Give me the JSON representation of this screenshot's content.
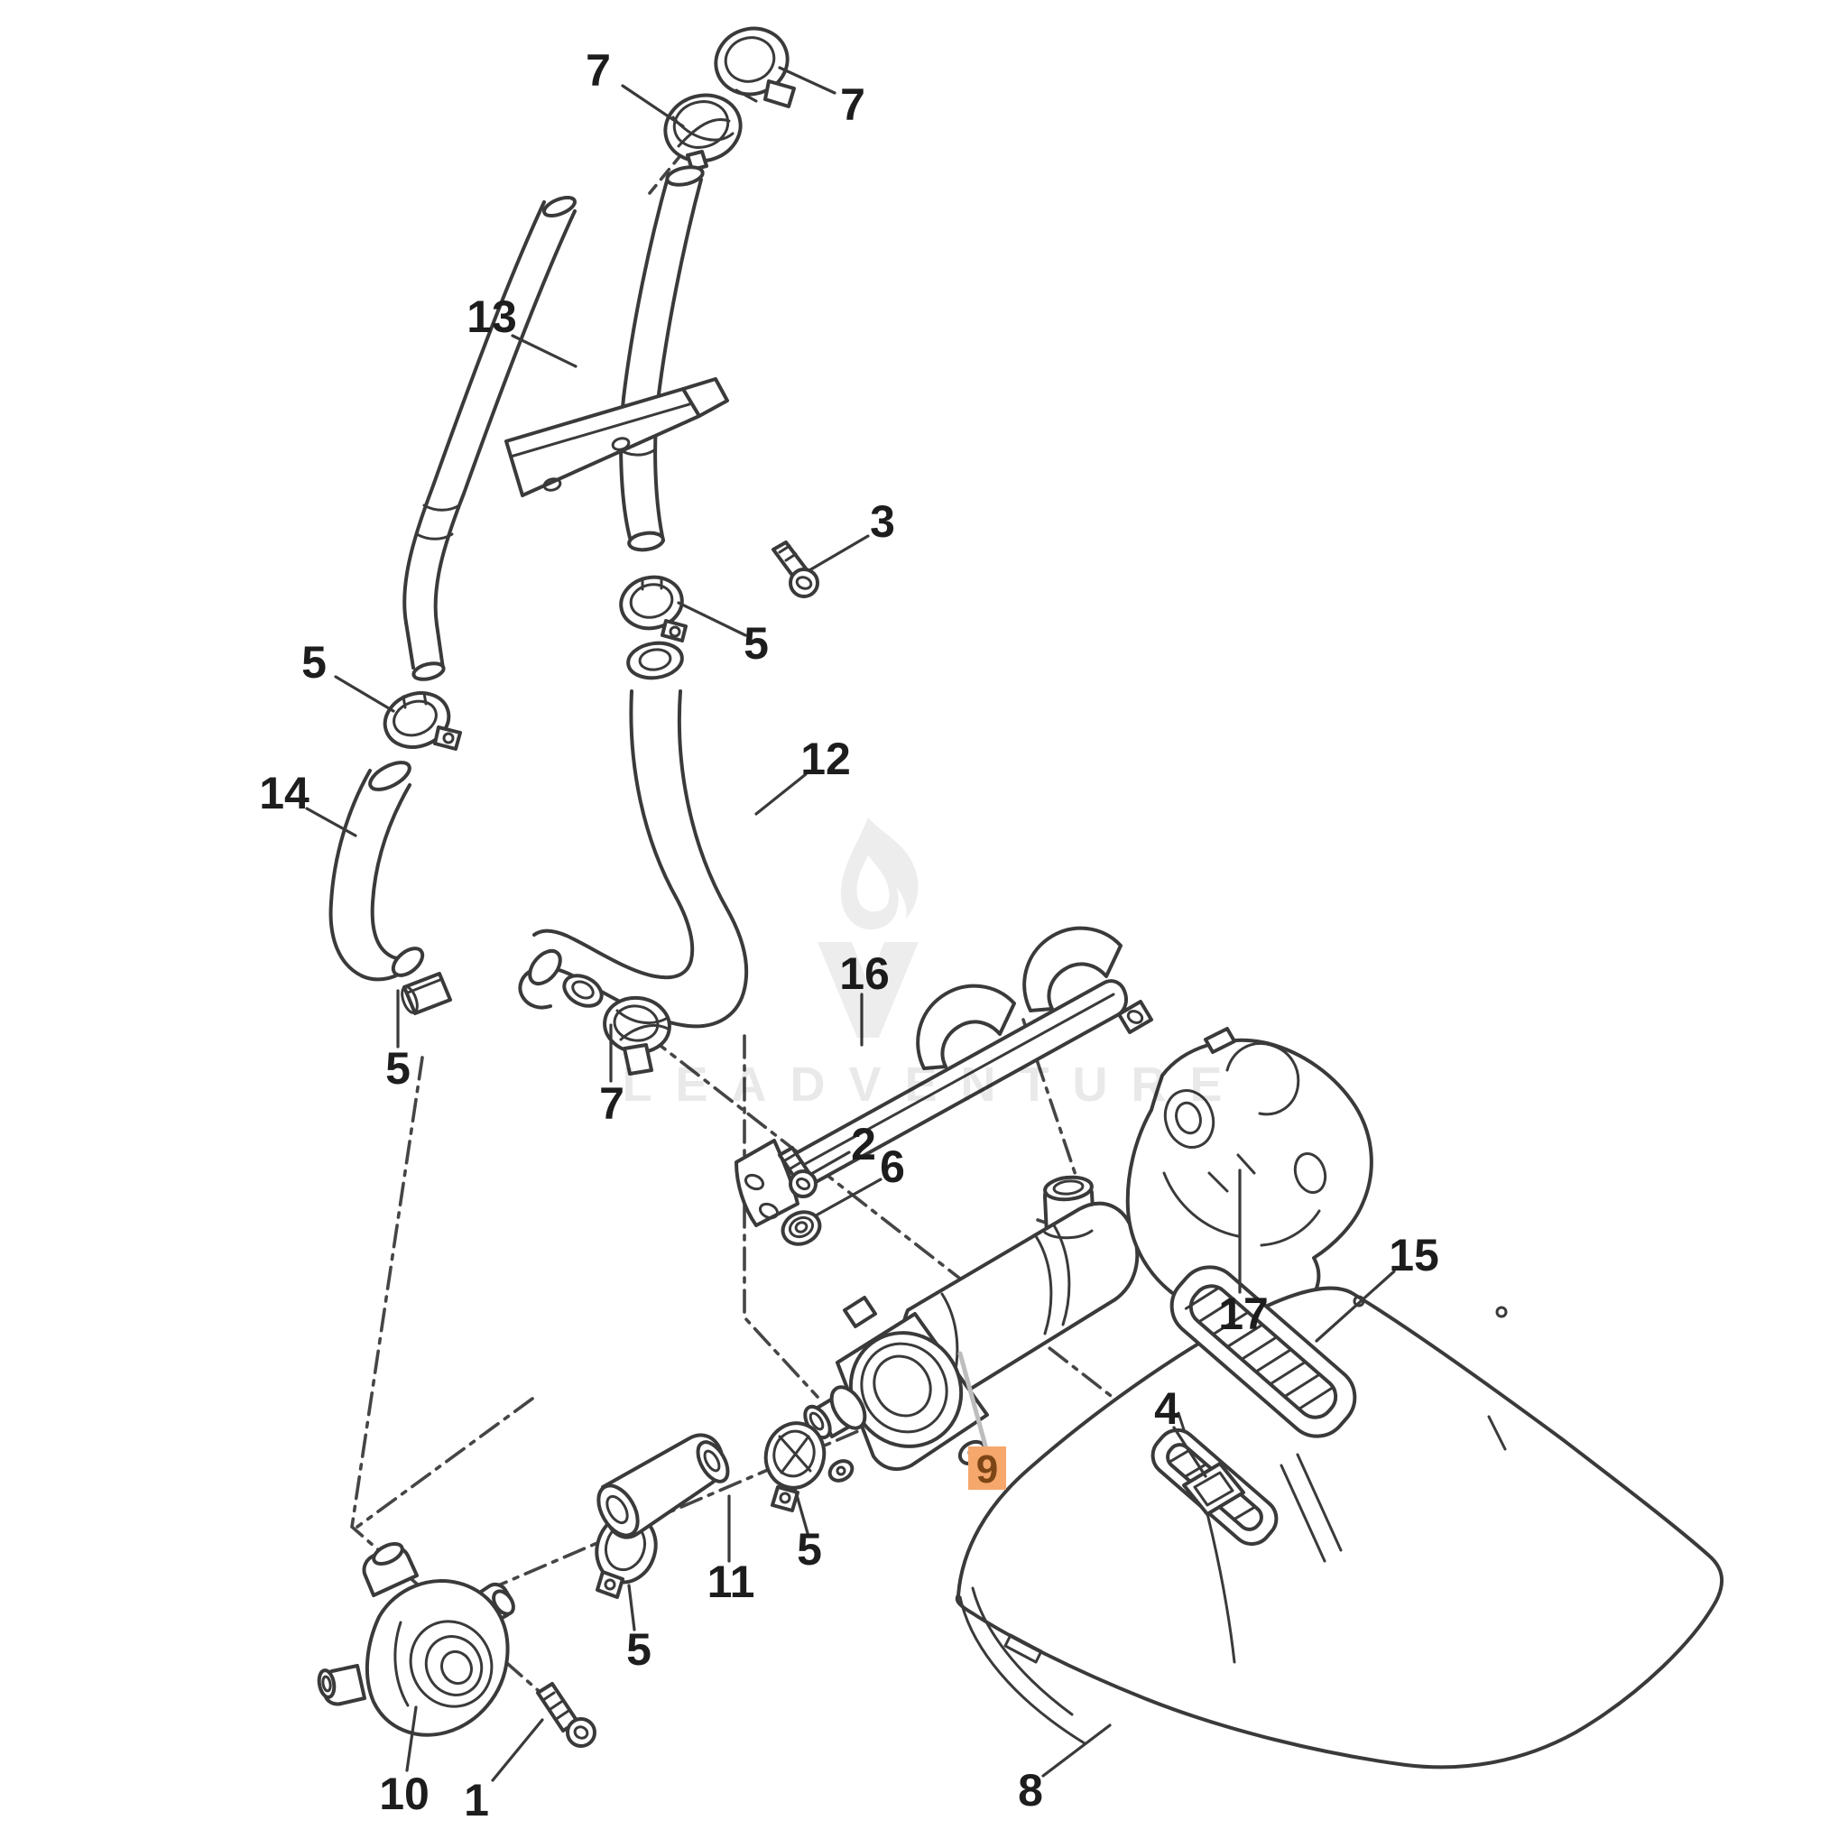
{
  "page": {
    "background": "#ffffff"
  },
  "diagram": {
    "type": "exploded-parts-diagram",
    "line_color": "#3a3a3a",
    "highlight": {
      "selected_part": "9",
      "box_color": "#F5A76C",
      "text_color": "#7C4516",
      "leader_color": "#bdbdbd"
    },
    "watermark": {
      "text": "LEADVENTURE",
      "color": "#e9e9e9",
      "logo": "flame-v-logo"
    },
    "labels": [
      {
        "id": "part-7-clamp-top-left",
        "text": "7",
        "highlighted": false
      },
      {
        "id": "part-7-clamp-top-right",
        "text": "7",
        "highlighted": false
      },
      {
        "id": "part-13-tube-assembly",
        "text": "13",
        "highlighted": false
      },
      {
        "id": "part-3-bolt",
        "text": "3",
        "highlighted": false
      },
      {
        "id": "part-5-clamp-upper",
        "text": "5",
        "highlighted": false
      },
      {
        "id": "part-5-clamp-left",
        "text": "5",
        "highlighted": false
      },
      {
        "id": "part-12-hose",
        "text": "12",
        "highlighted": false
      },
      {
        "id": "part-14-hose",
        "text": "14",
        "highlighted": false
      },
      {
        "id": "part-16-bracket",
        "text": "16",
        "highlighted": false
      },
      {
        "id": "part-5-clamp-mid-left",
        "text": "5",
        "highlighted": false
      },
      {
        "id": "part-7-clamp-mid",
        "text": "7",
        "highlighted": false
      },
      {
        "id": "part-2-bolt",
        "text": "2",
        "highlighted": false
      },
      {
        "id": "part-6-grommet",
        "text": "6",
        "highlighted": false
      },
      {
        "id": "part-15-grille",
        "text": "15",
        "highlighted": false
      },
      {
        "id": "part-17-mount",
        "text": "17",
        "highlighted": false
      },
      {
        "id": "part-4-clip",
        "text": "4",
        "highlighted": false
      },
      {
        "id": "part-9-pump",
        "text": "9",
        "highlighted": true
      },
      {
        "id": "part-5-clamp-inlet",
        "text": "5",
        "highlighted": false
      },
      {
        "id": "part-11-tube",
        "text": "11",
        "highlighted": false
      },
      {
        "id": "part-5-clamp-lower",
        "text": "5",
        "highlighted": false
      },
      {
        "id": "part-10-valve",
        "text": "10",
        "highlighted": false
      },
      {
        "id": "part-1-bolt",
        "text": "1",
        "highlighted": false
      },
      {
        "id": "part-8-heat-shield",
        "text": "8",
        "highlighted": false
      }
    ]
  }
}
